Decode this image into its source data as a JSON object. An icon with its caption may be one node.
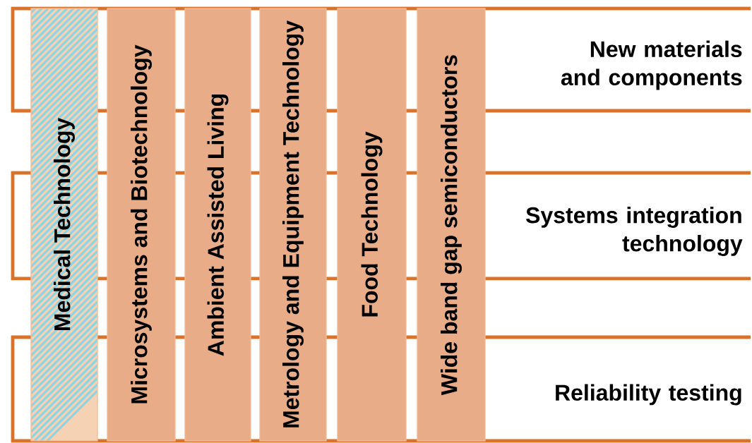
{
  "diagram": {
    "nodes": [
      {
        "text": [
          "Medical Technology"
        ]
      },
      {
        "text": [
          "Microsystems and Biotechnology"
        ]
      },
      {
        "text": [
          "Ambient Assisted Living"
        ]
      },
      {
        "text": [
          "Metrology and Equipment Technology"
        ]
      },
      {
        "text": [
          "Food Technology"
        ]
      },
      {
        "text": [
          "Wide band gap semiconductors"
        ]
      },
      {
        "text": [
          "New materials and components"
        ]
      },
      {
        "text": [
          "Systems integration technology"
        ]
      },
      {
        "text": [
          "Reliability testing"
        ]
      }
    ]
  }
}
